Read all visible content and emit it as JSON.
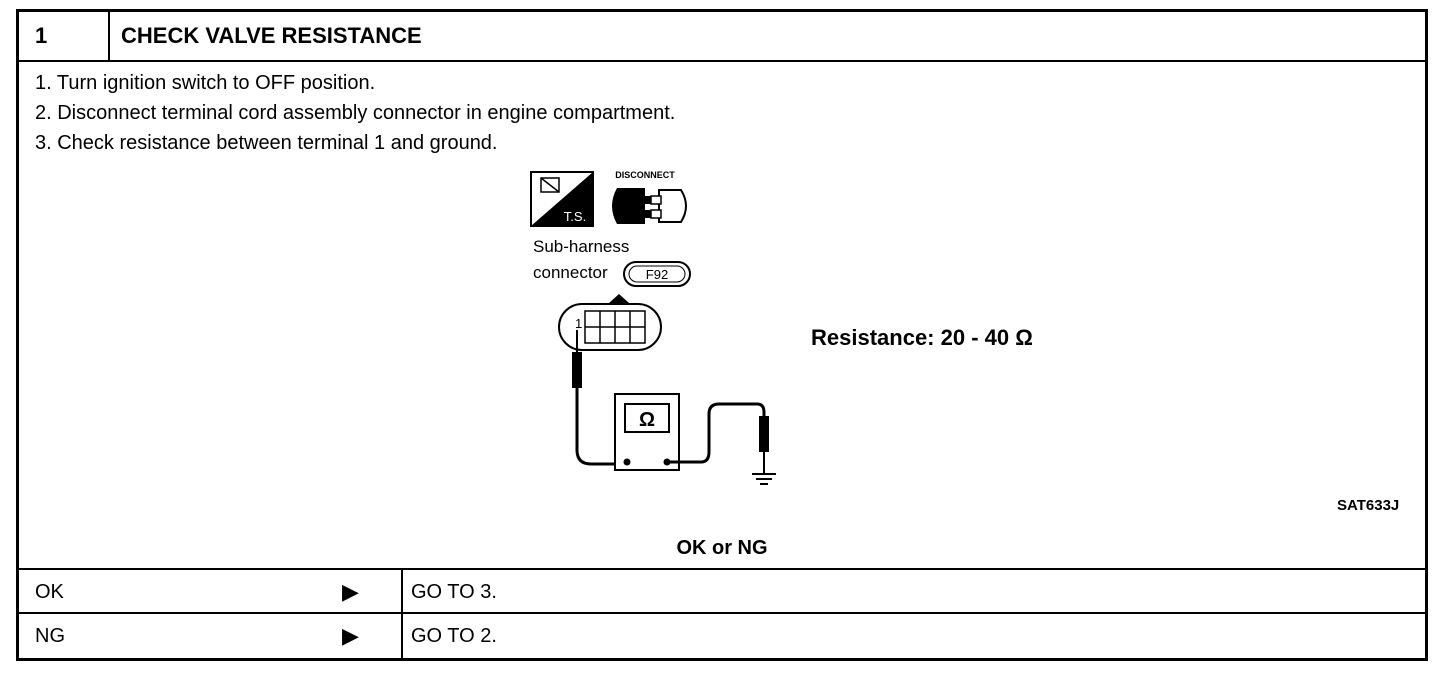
{
  "header": {
    "step_number": "1",
    "title": "CHECK VALVE RESISTANCE"
  },
  "steps": [
    "1.  Turn ignition switch to OFF position.",
    "2.  Disconnect terminal cord assembly connector in engine compartment.",
    "3.  Check resistance between terminal 1 and ground."
  ],
  "diagram": {
    "disconnect_label": "DISCONNECT",
    "ts_label": "T.S.",
    "connector_line1": "Sub-harness",
    "connector_line2": "connector",
    "connector_code": "F92",
    "terminal_number": "1",
    "meter_symbol": "Ω",
    "resistance_spec": "Resistance: 20 - 40 Ω",
    "figure_id": "SAT633J"
  },
  "result": {
    "question": "OK or NG",
    "rows": [
      {
        "label": "OK",
        "arrow": "▶",
        "action": "GO TO 3."
      },
      {
        "label": "NG",
        "arrow": "▶",
        "action": "GO TO 2."
      }
    ]
  }
}
